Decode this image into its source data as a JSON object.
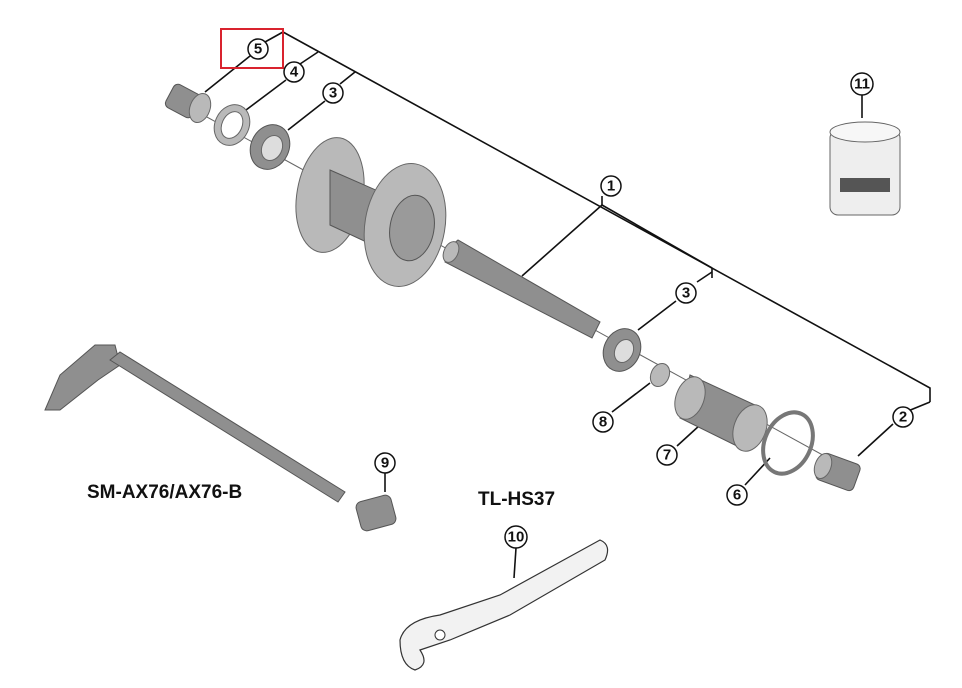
{
  "diagram": {
    "highlight_color": "#d9232e",
    "highlighted_callout": "5",
    "callouts": [
      "1",
      "2",
      "3",
      "3",
      "4",
      "5",
      "6",
      "7",
      "8",
      "9",
      "10",
      "11"
    ],
    "labels": {
      "axle": "SM-AX76/AX76-B",
      "tool": "TL-HS37"
    }
  }
}
